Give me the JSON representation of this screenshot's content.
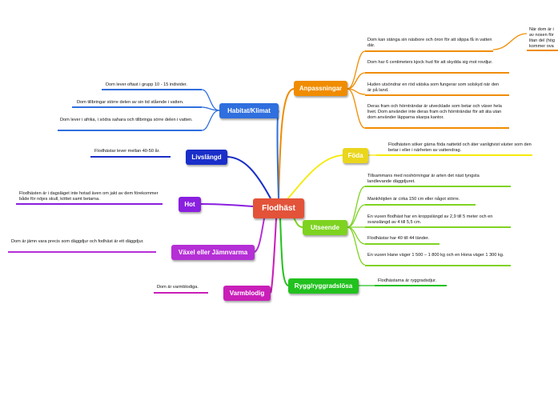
{
  "central": {
    "label": "Flodhäst",
    "color": "#e2533a"
  },
  "branches": {
    "anpassningar": {
      "label": "Anpassningar",
      "color": "#f08c00",
      "leaves": [
        "Dom kan stänga sin näsbore och öron för att slippa få in vatten där.",
        "Dom har 6 centimeters kjock hud för att skydda sig mot rovdjur.",
        "Huden utsöndrar en röd vätska som fungerar som solskyd när den är på land.",
        "Deras fram och hörnträndar är utvecklade som betar och växer hela livet. Dom använder inte deras fram och hörnträndar för att äta utan dom använder läpparna skarpa kantor.",
        "När dom är i av nosen för litan del (hög kommer ova"
      ]
    },
    "foda": {
      "label": "Föda",
      "color": "#f5ea00",
      "leaves": [
        "Flodhästen söker gärna föda nattetid och äter vanligtvist växter som den betar i eller i närheten av vattendrag."
      ]
    },
    "utseende": {
      "label": "Utseende",
      "color": "#7ed321",
      "leaves": [
        "Tillsammans med noshörningar är arten det näst tyngsta landlevande däggdjuret.",
        "Mankhöjden är cirka 150 cm eller något större.",
        "En vuxen flodhäst har en kroppslängd av 2,9 till 5 meter och en svanslängd av 4 till 5,5 cm.",
        "Flodhästar har 40 till 44 tänder.",
        "En vuxen Hane väger 1 500 – 1 800 kg och en Hona väger 1 300 kg."
      ]
    },
    "rygg": {
      "label": "Rygg/ryggradslösa",
      "color": "#22c11e",
      "leaves": [
        "Flodhästarna är ryggradsdjur."
      ]
    },
    "habitat": {
      "label": "Habitat/Klimat",
      "color": "#2f6fde",
      "leaves": [
        "Dom lever oftast i grupp 10 - 15 individer.",
        "Dom tillbringar större delen av sin tid stående i vatten.",
        "Dom lever i afrika, i södra sahara och tillbringa sörre delen i vatten."
      ]
    },
    "livslangd": {
      "label": "Livslängd",
      "color": "#1a2fc9",
      "leaves": [
        "Flodhästar lever mellan 40-50 år."
      ]
    },
    "hot": {
      "label": "Hot",
      "color": "#8a1fe0",
      "leaves": [
        "Flodhästen är i dagsläget inte hotad även om jakt av dem förekommer både för nöjes skull, köttet samt betarna."
      ]
    },
    "vaxel": {
      "label": "Växel eller Jämnvarma",
      "color": "#b52fd6",
      "leaves": [
        "Dom är jämn vara precis som däggdjur och fodhäst är ett däggdjur."
      ]
    },
    "varmblodig": {
      "label": "Varmblodig",
      "color": "#c91fb8",
      "leaves": [
        "Dom är varmblodiga."
      ]
    }
  }
}
